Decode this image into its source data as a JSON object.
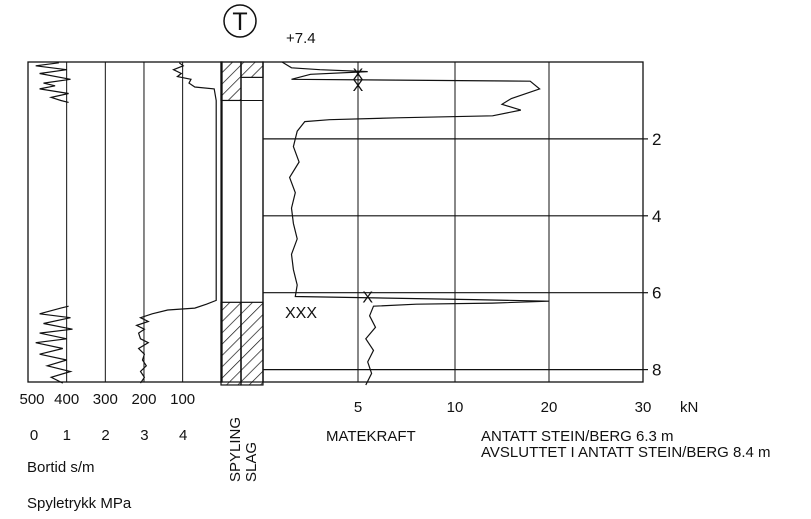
{
  "chart_data": {
    "type": "line",
    "header": {
      "symbol": "T",
      "elevation": "+7.4"
    },
    "depth_axis": {
      "ticks": [
        "2",
        "4",
        "6",
        "8"
      ],
      "range_m": [
        0,
        8.4
      ],
      "inverted": true
    },
    "left_panel": {
      "top_ticks": [
        "500",
        "400",
        "300",
        "200",
        "100"
      ],
      "bottom_ticks": [
        "0",
        "1",
        "2",
        "3",
        "4"
      ],
      "label_time": "Bortid s/m",
      "label_pressure": "Spyletrykk MPa",
      "xlim_time": [
        500,
        0
      ],
      "xlim_pressure": [
        0,
        5
      ],
      "series": [
        {
          "name": "Bortid s/m",
          "points": [
            [
              420,
              0.02
            ],
            [
              480,
              0.1
            ],
            [
              400,
              0.2
            ],
            [
              470,
              0.3
            ],
            [
              390,
              0.45
            ],
            [
              460,
              0.55
            ],
            [
              430,
              0.62
            ],
            [
              470,
              0.7
            ],
            [
              395,
              0.82
            ],
            [
              440,
              0.92
            ],
            [
              415,
              1.0
            ],
            [
              395,
              1.05
            ],
            [
              395,
              6.35
            ],
            [
              415,
              6.4
            ],
            [
              470,
              6.55
            ],
            [
              390,
              6.65
            ],
            [
              460,
              6.8
            ],
            [
              385,
              6.95
            ],
            [
              470,
              7.05
            ],
            [
              400,
              7.2
            ],
            [
              480,
              7.3
            ],
            [
              410,
              7.45
            ],
            [
              470,
              7.6
            ],
            [
              400,
              7.75
            ],
            [
              450,
              7.9
            ],
            [
              390,
              8.05
            ],
            [
              440,
              8.2
            ],
            [
              410,
              8.35
            ]
          ]
        },
        {
          "name": "Spyletrykk MPa",
          "points": [
            [
              3.9,
              0.02
            ],
            [
              4.0,
              0.1
            ],
            [
              3.75,
              0.2
            ],
            [
              3.95,
              0.3
            ],
            [
              3.85,
              0.38
            ],
            [
              4.2,
              0.45
            ],
            [
              4.15,
              0.55
            ],
            [
              4.3,
              0.65
            ],
            [
              4.8,
              0.7
            ],
            [
              4.85,
              1.0
            ],
            [
              4.85,
              6.2
            ],
            [
              4.6,
              6.3
            ],
            [
              4.3,
              6.4
            ],
            [
              3.6,
              6.45
            ],
            [
              3.2,
              6.55
            ],
            [
              2.9,
              6.65
            ],
            [
              3.1,
              6.75
            ],
            [
              2.8,
              6.85
            ],
            [
              3.0,
              6.95
            ],
            [
              2.85,
              7.05
            ],
            [
              2.9,
              7.2
            ],
            [
              3.1,
              7.3
            ],
            [
              2.85,
              7.45
            ],
            [
              3.0,
              7.6
            ],
            [
              2.95,
              7.75
            ],
            [
              3.05,
              7.9
            ],
            [
              2.9,
              8.05
            ],
            [
              3.0,
              8.2
            ],
            [
              2.9,
              8.35
            ]
          ]
        }
      ]
    },
    "flags": {
      "label_spyling": "SPYLING",
      "label_slag": "SLAG",
      "spyling_intervals": [
        [
          0,
          1.0
        ],
        [
          6.25,
          8.4
        ]
      ],
      "slag_intervals": [
        [
          0,
          0.4
        ],
        [
          6.25,
          8.4
        ]
      ]
    },
    "right_panel": {
      "ticks": [
        "5",
        "10",
        "20",
        "30"
      ],
      "unit": "kN",
      "xlabel": "MATEKRAFT",
      "xlim": [
        0,
        30
      ],
      "series": [
        {
          "name": "MATEKRAFT",
          "points": [
            [
              1.0,
              0.0
            ],
            [
              1.5,
              0.15
            ],
            [
              3.0,
              0.2
            ],
            [
              5.5,
              0.25
            ],
            [
              2.5,
              0.32
            ],
            [
              1.5,
              0.45
            ],
            [
              18,
              0.5
            ],
            [
              19,
              0.7
            ],
            [
              16,
              0.95
            ],
            [
              15,
              1.1
            ],
            [
              17,
              1.25
            ],
            [
              14,
              1.4
            ],
            [
              7,
              1.45
            ],
            [
              3.5,
              1.5
            ],
            [
              2.2,
              1.55
            ],
            [
              1.8,
              1.8
            ],
            [
              1.6,
              2.2
            ],
            [
              1.9,
              2.6
            ],
            [
              1.4,
              3.0
            ],
            [
              1.7,
              3.4
            ],
            [
              1.5,
              3.8
            ],
            [
              1.6,
              4.2
            ],
            [
              1.8,
              4.6
            ],
            [
              1.5,
              5.0
            ],
            [
              1.6,
              5.4
            ],
            [
              1.8,
              5.8
            ],
            [
              1.7,
              6.1
            ],
            [
              12,
              6.18
            ],
            [
              20,
              6.22
            ],
            [
              14,
              6.27
            ],
            [
              8,
              6.3
            ],
            [
              5.8,
              6.35
            ],
            [
              5.6,
              6.6
            ],
            [
              5.9,
              6.9
            ],
            [
              5.4,
              7.2
            ],
            [
              5.8,
              7.5
            ],
            [
              5.5,
              7.8
            ],
            [
              5.7,
              8.1
            ],
            [
              5.4,
              8.4
            ]
          ]
        }
      ],
      "markers": [
        {
          "label": "X",
          "value": 5.0,
          "depth": 0.3
        },
        {
          "label": "X",
          "value": 5.0,
          "depth": 0.6
        },
        {
          "label": "X",
          "value": 5.5,
          "depth": 6.1
        },
        {
          "label": "XXX",
          "value": 2.0,
          "depth": 6.5
        }
      ]
    },
    "notes": [
      "ANTATT STEIN/BERG 6.3 m",
      "AVSLUTTET I ANTATT STEIN/BERG 8.4 m"
    ]
  }
}
